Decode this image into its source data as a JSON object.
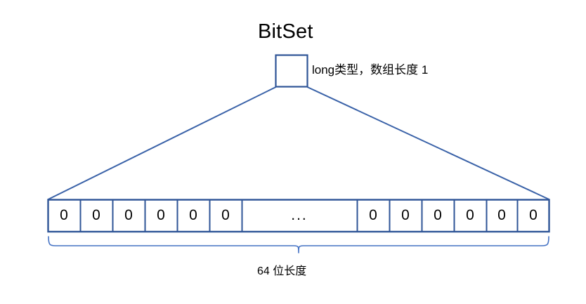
{
  "diagram": {
    "title": "BitSet",
    "annotation_long": "long类型，数组长度 1",
    "annotation_length": "64 位长度",
    "ellipsis": "...",
    "colors": {
      "stroke_blue": "#2F5597",
      "line_blue": "#3A62A8",
      "brace_blue": "#4472C4",
      "text_black": "#000000",
      "background": "#FFFFFF"
    },
    "word_box": {
      "label": "long-word-box"
    },
    "bit_cells_left": [
      {
        "value": "0"
      },
      {
        "value": "0"
      },
      {
        "value": "0"
      },
      {
        "value": "0"
      },
      {
        "value": "0"
      },
      {
        "value": "0"
      }
    ],
    "bit_cells_right": [
      {
        "value": "0"
      },
      {
        "value": "0"
      },
      {
        "value": "0"
      },
      {
        "value": "0"
      },
      {
        "value": "0"
      },
      {
        "value": "0"
      }
    ]
  }
}
